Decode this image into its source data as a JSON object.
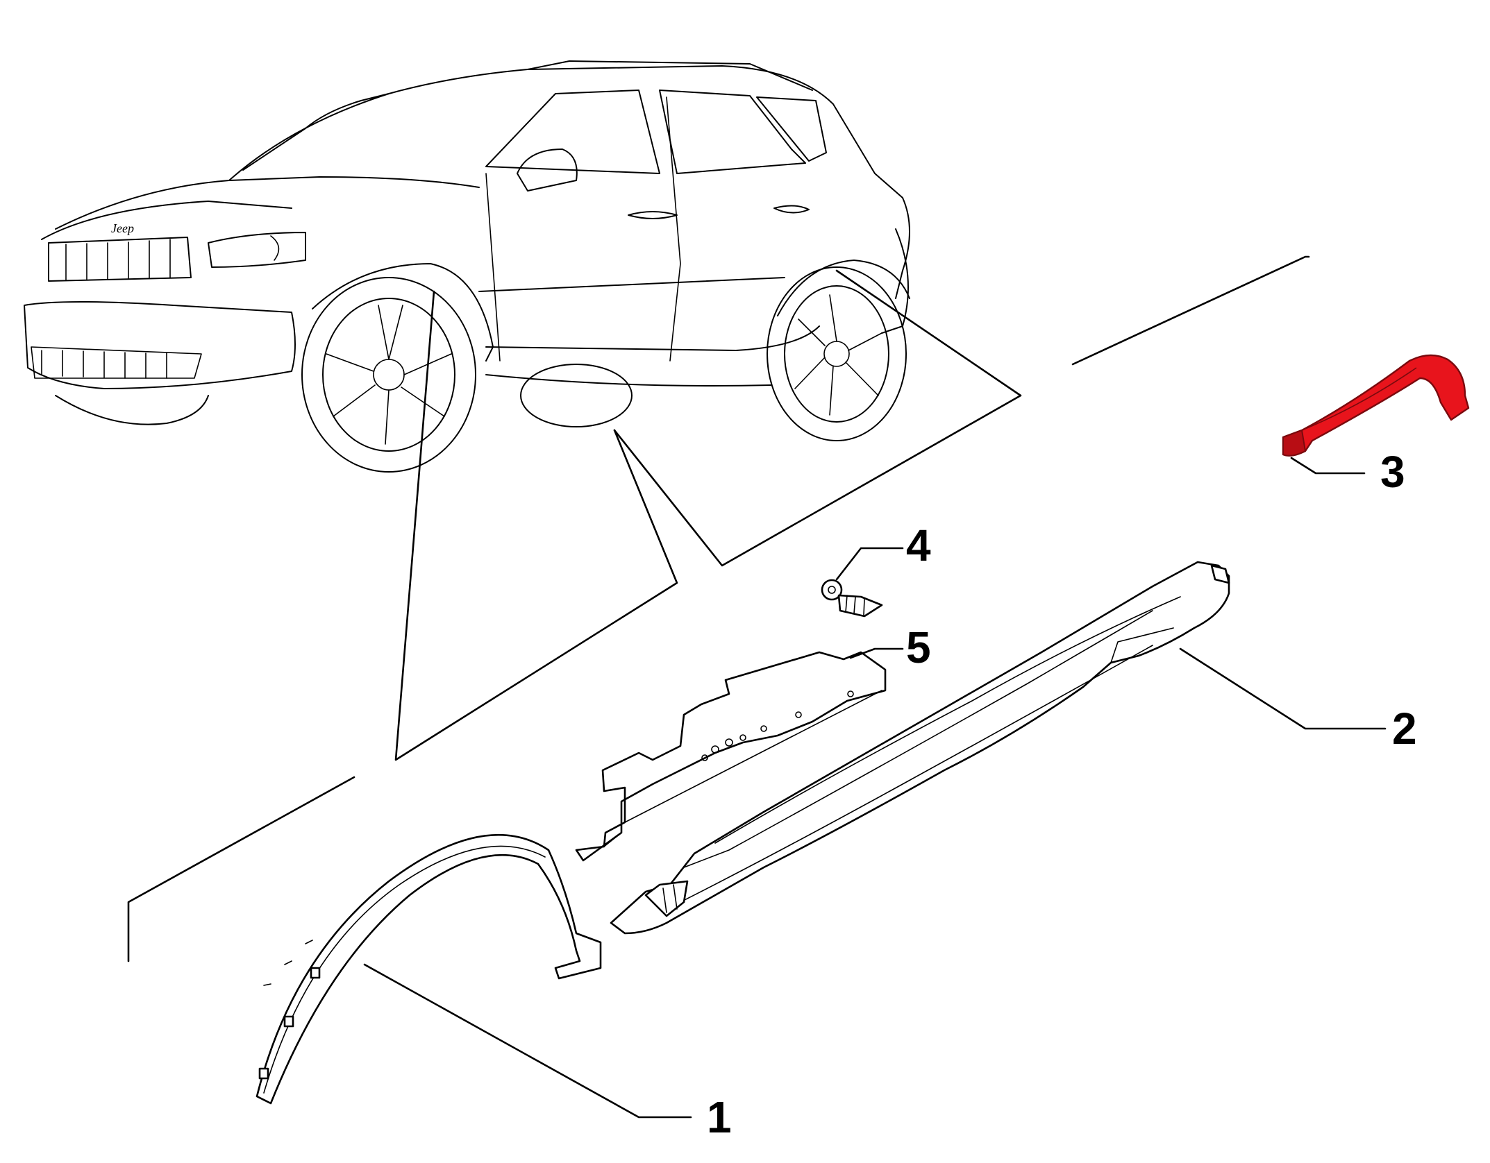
{
  "callouts": [
    {
      "id": "1",
      "label": "1"
    },
    {
      "id": "2",
      "label": "2"
    },
    {
      "id": "3",
      "label": "3"
    },
    {
      "id": "4",
      "label": "4"
    },
    {
      "id": "5",
      "label": "5"
    }
  ],
  "vehicle_badge": "Jeep",
  "colors": {
    "highlight": "#e8141c",
    "highlight_dark": "#b80d14",
    "line": "#000000",
    "background": "#ffffff"
  }
}
